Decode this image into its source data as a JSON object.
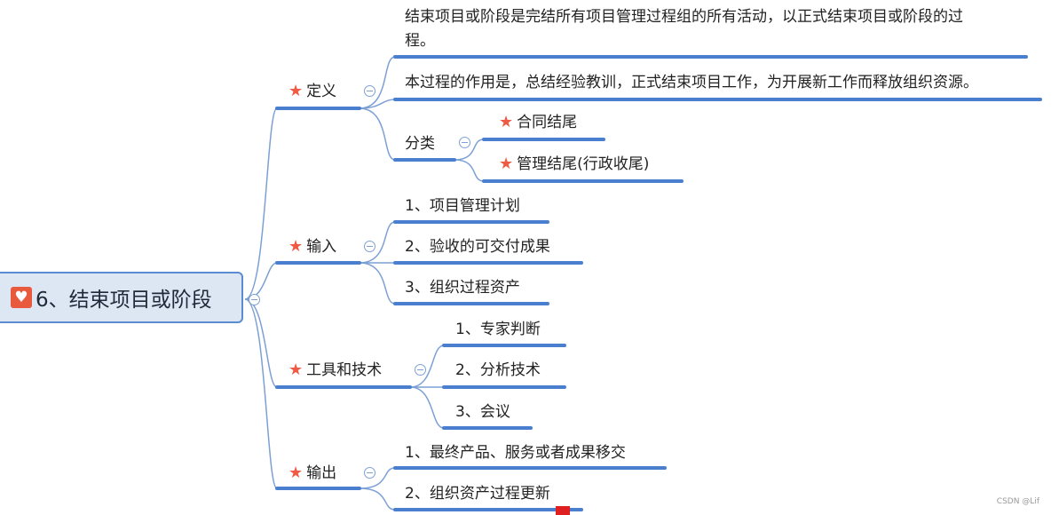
{
  "root": {
    "label": "6、结束项目或阶段",
    "icon": "heart-icon",
    "accent": "#e8593d"
  },
  "branches": {
    "definition": {
      "label": "定义",
      "children": {
        "d1": "结束项目或阶段是完结所有项目管理过程组的所有活动，以正式结束项目或阶段的过",
        "d1b": "程。",
        "d2": "本过程的作用是，总结经验教训，正式结束项目工作，为开展新工作而释放组织资源。",
        "classify": "分类",
        "c1": "合同结尾",
        "c2": "管理结尾(行政收尾)"
      }
    },
    "inputs": {
      "label": "输入",
      "items": [
        "1、项目管理计划",
        "2、验收的可交付成果",
        "3、组织过程资产"
      ]
    },
    "tools": {
      "label": "工具和技术",
      "items": [
        "1、专家判断",
        "2、分析技术",
        "3、会议"
      ]
    },
    "outputs": {
      "label": "输出",
      "items": [
        "1、最终产品、服务或者成果移交",
        "2、组织资产过程更新"
      ]
    }
  },
  "colors": {
    "line": "#4a7fd0",
    "connector": "#7da0d4",
    "star": "#f05a44"
  },
  "watermark": "CSDN @Lif"
}
